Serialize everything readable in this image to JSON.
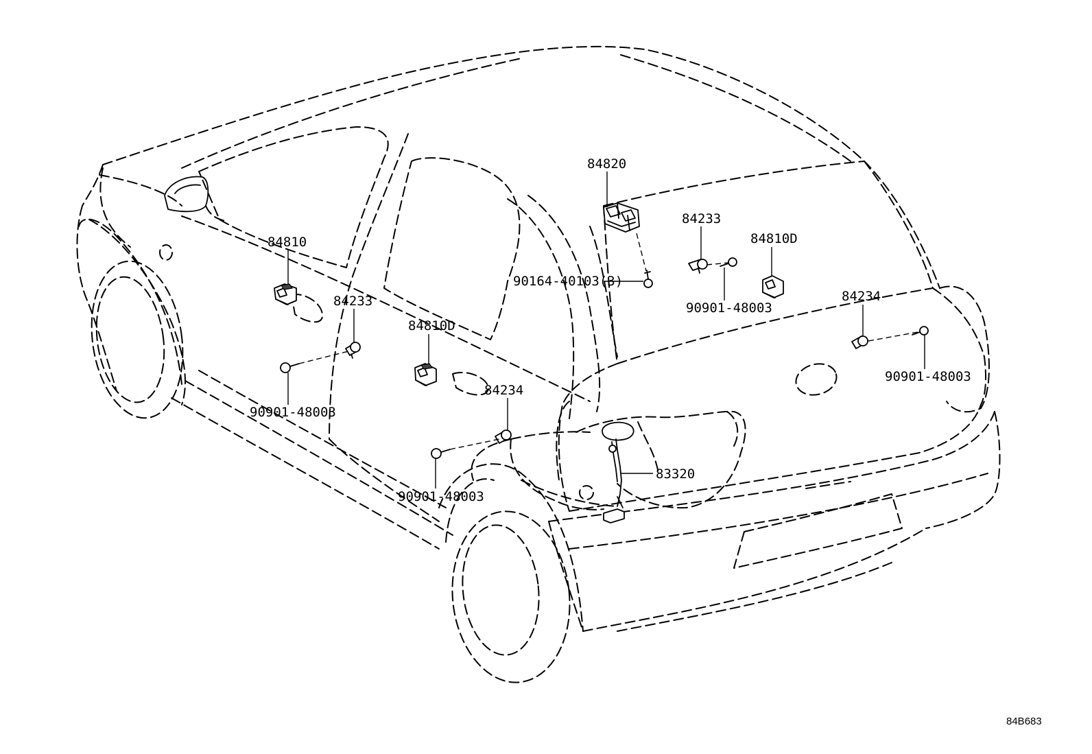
{
  "callouts": {
    "c84820": "84820",
    "c84233_right": "84233",
    "c84810D_right": "84810D",
    "c90164": "90164-40103(3)",
    "c90901_center": "90901-48003",
    "c84234_right": "84234",
    "c90901_right": "90901-48003",
    "c84810": "84810",
    "c84233_left": "84233",
    "c84810D_left": "84810D",
    "c90901_left": "90901-48003",
    "c84234_center": "84234",
    "c83320": "83320",
    "c90901_bottom": "90901-48003"
  },
  "figure_code": "84B683",
  "icons": [
    "window-switch-icon",
    "door-courtesy-switch-icon",
    "screw-icon",
    "bolt-icon",
    "fuel-sender-icon"
  ]
}
